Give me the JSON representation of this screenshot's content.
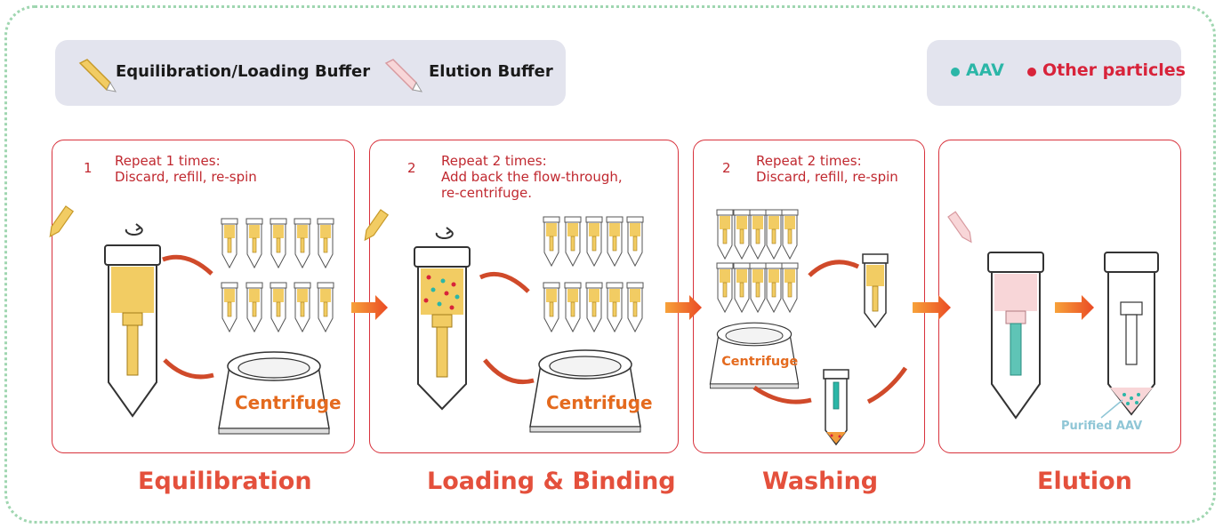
{
  "legend": {
    "equilibration_buffer": "Equilibration/Loading Buffer",
    "elution_buffer": "Elution Buffer",
    "aav": "AAV",
    "other_particles": "Other particles"
  },
  "colors": {
    "aav": "#2bb6a7",
    "other": "#d8233a",
    "panel_border": "#d8323c",
    "stage_title": "#e4503c",
    "buffer_yellow": "#f2cc63",
    "buffer_pink": "#f8d6d8",
    "arrow_orange": "#ef5a2a"
  },
  "panels": [
    {
      "number": "1",
      "text": "Repeat 1 times:\nDiscard, refill, re-spin",
      "stage": "Equilibration",
      "centrifuge": "Centrifuge"
    },
    {
      "number": "2",
      "text": "Repeat 2 times:\nAdd back the flow-through,\nre-centrifuge.",
      "stage": "Loading & Binding",
      "centrifuge": "Centrifuge"
    },
    {
      "number": "2",
      "text": "Repeat 2 times:\nDiscard, refill, re-spin",
      "stage": "Washing",
      "centrifuge": "Centrifuge"
    },
    {
      "number": "",
      "text": "",
      "stage": "Elution",
      "result_label": "Purified AAV"
    }
  ]
}
